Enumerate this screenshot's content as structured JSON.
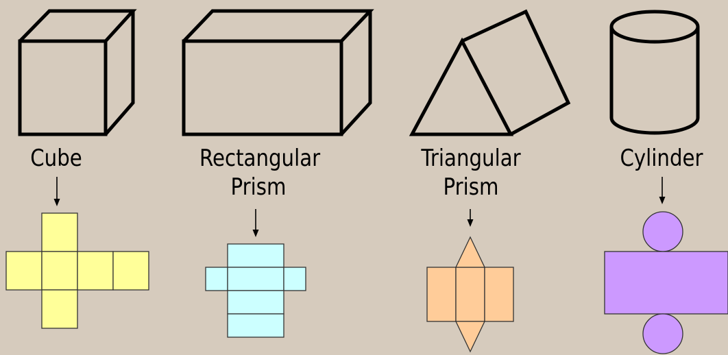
{
  "colors": {
    "background": "#d6cbbd",
    "cube_net": "#ffff99",
    "rectangular_prism_net": "#ccffff",
    "triangular_prism_net": "#ffcc99",
    "cylinder_net": "#cc99ff"
  },
  "solids": [
    {
      "id": "cube",
      "label_lines": [
        "Cube"
      ]
    },
    {
      "id": "rectangular-prism",
      "label_lines": [
        "Rectangular",
        "Prism"
      ]
    },
    {
      "id": "triangular-prism",
      "label_lines": [
        "Triangular",
        "Prism"
      ]
    },
    {
      "id": "cylinder",
      "label_lines": [
        "Cylinder"
      ]
    }
  ]
}
